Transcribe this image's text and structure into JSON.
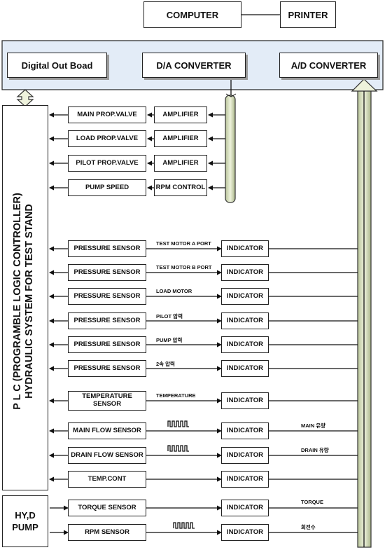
{
  "top": {
    "computer": "COMPUTER",
    "printer": "PRINTER",
    "digital_out": "Digital Out Boad",
    "da_converter": "D/A CONVERTER",
    "ad_converter": "A/D CONVERTER"
  },
  "plc": {
    "line1": "P L C (PROGRAMBLE LOGIC CONTROLLER)",
    "line2": "HYDRAULIC SYSTEM FOR TEST STAND"
  },
  "hyd_pump": {
    "line1": "HY,D",
    "line2": "PUMP"
  },
  "outputs": [
    {
      "device": "MAIN PROP.VALVE",
      "driver": "AMPLIFIER"
    },
    {
      "device": "LOAD PROP.VALVE",
      "driver": "AMPLIFIER"
    },
    {
      "device": "PILOT PROP.VALVE",
      "driver": "AMPLIFIER"
    },
    {
      "device": "PUMP SPEED",
      "driver": "RPM CONTROL"
    }
  ],
  "sensors": [
    {
      "sensor": "PRESSURE SENSOR",
      "signal": "TEST MOTOR A PORT",
      "indicator": "INDICATOR",
      "out": ""
    },
    {
      "sensor": "PRESSURE SENSOR",
      "signal": "TEST MOTOR B PORT",
      "indicator": "INDICATOR",
      "out": ""
    },
    {
      "sensor": "PRESSURE SENSOR",
      "signal": "LOAD MOTOR",
      "indicator": "INDICATOR",
      "out": ""
    },
    {
      "sensor": "PRESSURE SENSOR",
      "signal": "PILOT 압력",
      "indicator": "INDICATOR",
      "out": ""
    },
    {
      "sensor": "PRESSURE SENSOR",
      "signal": "PUMP 압력",
      "indicator": "INDICATOR",
      "out": ""
    },
    {
      "sensor": "PRESSURE SENSOR",
      "signal": "2속 압력",
      "indicator": "INDICATOR",
      "out": ""
    },
    {
      "sensor": "TEMPERATURE SENSOR",
      "signal": "TEMPERATURE",
      "indicator": "INDICATOR",
      "out": ""
    },
    {
      "sensor": "MAIN FLOW SENSOR",
      "signal": "",
      "indicator": "INDICATOR",
      "out": "MAIN 유량"
    },
    {
      "sensor": "DRAIN FLOW SENSOR",
      "signal": "",
      "indicator": "INDICATOR",
      "out": "DRAIN 유량"
    },
    {
      "sensor": "TEMP.CONT",
      "signal": "",
      "indicator": "INDICATOR",
      "out": ""
    },
    {
      "sensor": "TORQUE SENSOR",
      "signal": "",
      "indicator": "INDICATOR",
      "out": "TORQUE"
    },
    {
      "sensor": "RPM SENSOR",
      "signal": "",
      "indicator": "INDICATOR",
      "out": "회전수"
    }
  ]
}
